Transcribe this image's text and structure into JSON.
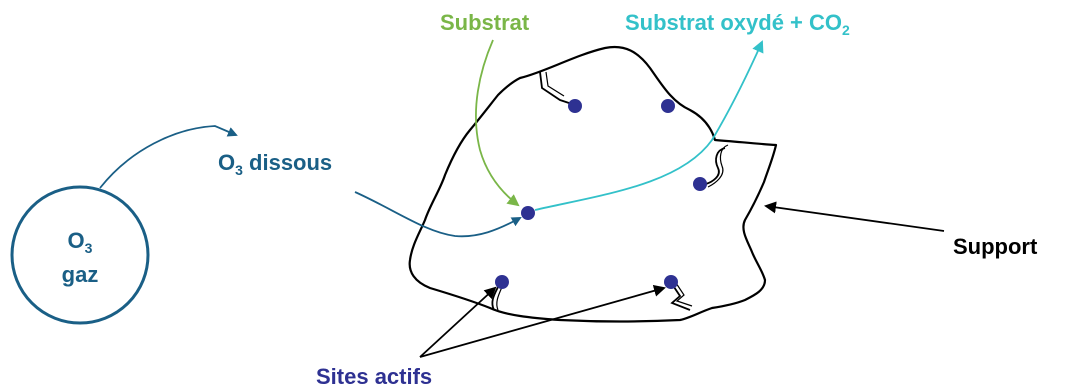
{
  "labels": {
    "gas": {
      "line1": "O",
      "line1_sub": "3",
      "line2": "gaz"
    },
    "dissolved": {
      "main": "O",
      "sub": "3",
      "rest": " dissous"
    },
    "substrate": "Substrat",
    "oxidized": {
      "main": "Substrat oxydé + CO",
      "sub": "2"
    },
    "support": "Support",
    "active_sites": "Sites actifs"
  },
  "colors": {
    "ozone_blue": "#1a5f86",
    "substrate_green": "#7ab648",
    "oxidized_cyan": "#33c1c9",
    "site_purple": "#2e3192",
    "outline": "#000000"
  }
}
